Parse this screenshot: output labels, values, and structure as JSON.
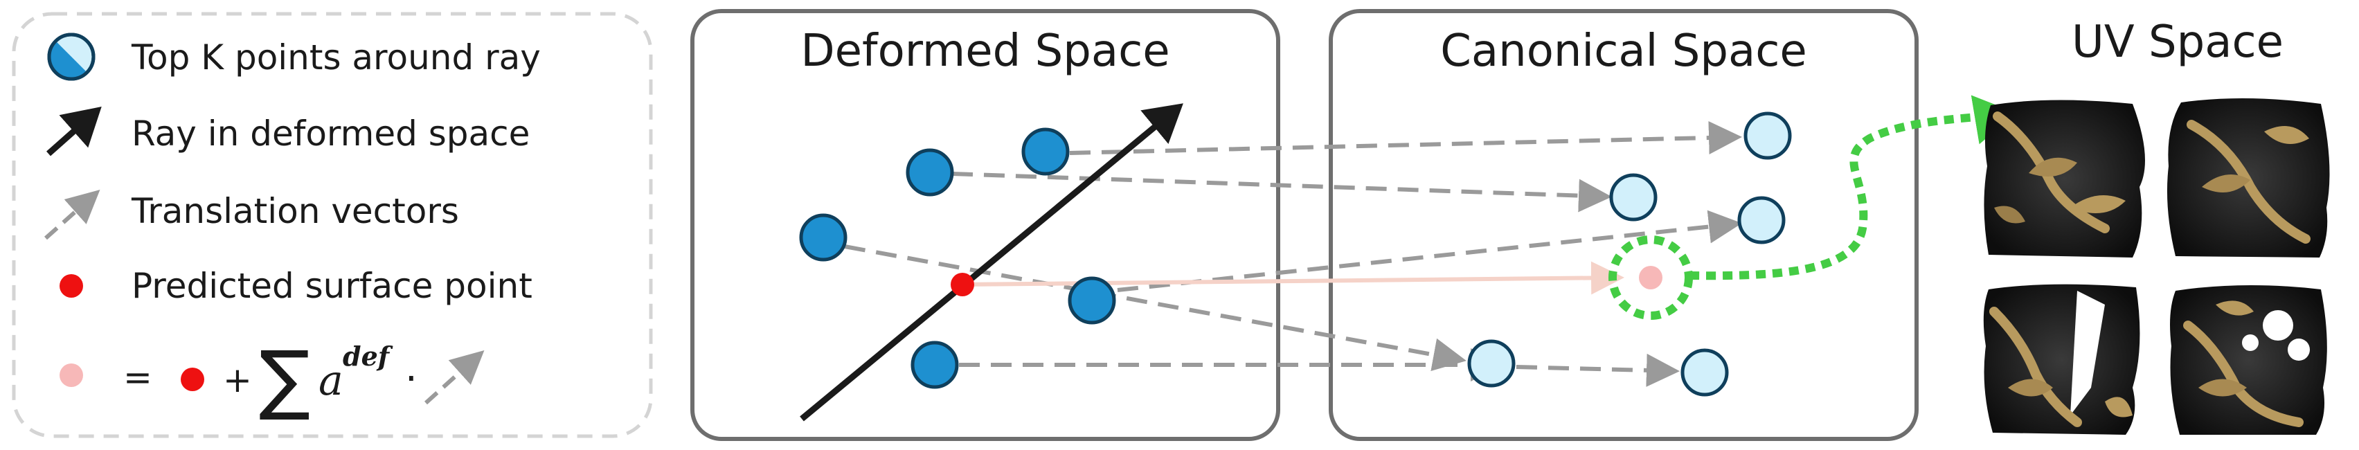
{
  "legend": {
    "items": [
      {
        "id": "topk",
        "label": "Top K points around ray"
      },
      {
        "id": "ray",
        "label": "Ray in deformed space"
      },
      {
        "id": "translation",
        "label": "Translation vectors"
      },
      {
        "id": "surface",
        "label": "Predicted surface point"
      }
    ],
    "formula": {
      "equals": "=",
      "plus": "+",
      "sum": "∑",
      "coef_base": "a",
      "coef_sup": "def",
      "dot": "·"
    }
  },
  "panels": {
    "deformed": {
      "title": "Deformed Space"
    },
    "canonical": {
      "title": "Canonical Space"
    },
    "uv": {
      "title": "UV Space"
    }
  },
  "colors": {
    "deformed_point": "#1e90d0",
    "canonical_point": "#d2f0fb",
    "point_stroke": "#0f3f5c",
    "surface_point": "#ee1111",
    "canonical_surface_point": "#f7b8b8",
    "translation_arrow": "#9a9a9a",
    "ray": "#1a1a1a",
    "uv_link": "#44cc44",
    "panel_border": "#6e6e6e",
    "legend_border": "#d4d4d4"
  }
}
